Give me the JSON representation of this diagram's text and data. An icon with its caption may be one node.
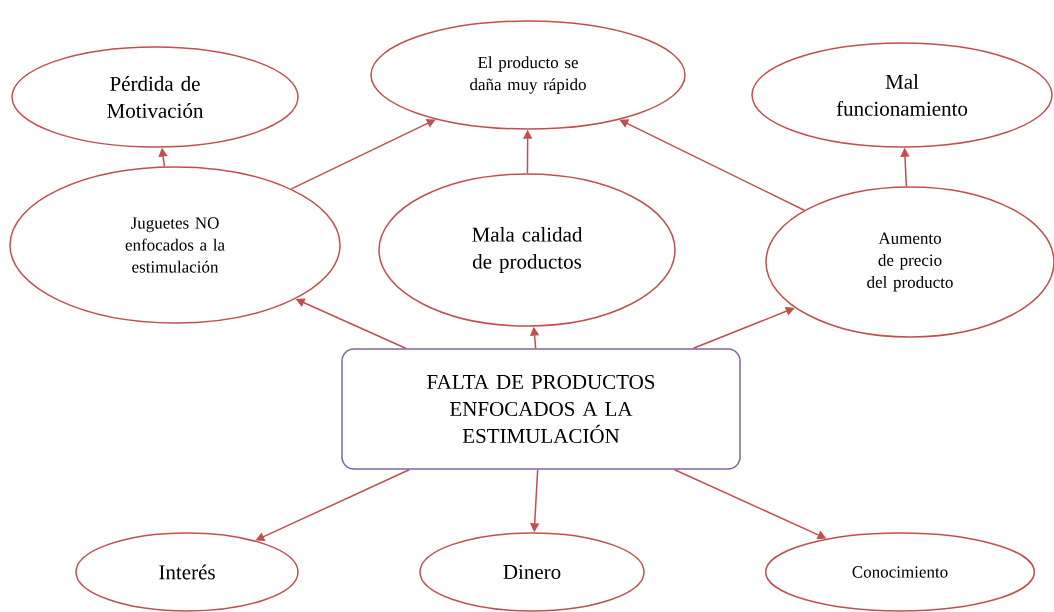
{
  "diagram": {
    "nodes": [
      {
        "text": [
          "Pérdida de Motivación"
        ]
      },
      {
        "text": [
          "El producto se daña muy rápido"
        ]
      },
      {
        "text": [
          "Mal funcionamiento"
        ]
      },
      {
        "text": [
          "Juguetes NO enfocados a la estimulación"
        ]
      },
      {
        "text": [
          "Mala calidad de productos"
        ]
      },
      {
        "text": [
          "Aumento de precio del producto"
        ]
      },
      {
        "text": [
          "FALTA DE PRODUCTOS ENFOCADOS A LA ESTIMULACIÓN"
        ]
      },
      {
        "text": [
          "Interés"
        ]
      },
      {
        "text": [
          "Dinero"
        ]
      },
      {
        "text": [
          "Conocimiento"
        ]
      }
    ],
    "edges": [
      {
        "from": 6,
        "to": 3,
        "arrow": "to"
      },
      {
        "from": 6,
        "to": 4,
        "arrow": "to"
      },
      {
        "from": 6,
        "to": 5,
        "arrow": "to"
      },
      {
        "from": 6,
        "to": 7,
        "arrow": "to"
      },
      {
        "from": 6,
        "to": 8,
        "arrow": "to"
      },
      {
        "from": 6,
        "to": 9,
        "arrow": "to"
      },
      {
        "from": 3,
        "to": 0,
        "arrow": "to"
      },
      {
        "from": 3,
        "to": 1,
        "arrow": "to"
      },
      {
        "from": 4,
        "to": 1,
        "arrow": "to"
      },
      {
        "from": 5,
        "to": 1,
        "arrow": "to"
      },
      {
        "from": 5,
        "to": 2,
        "arrow": "to"
      }
    ]
  }
}
